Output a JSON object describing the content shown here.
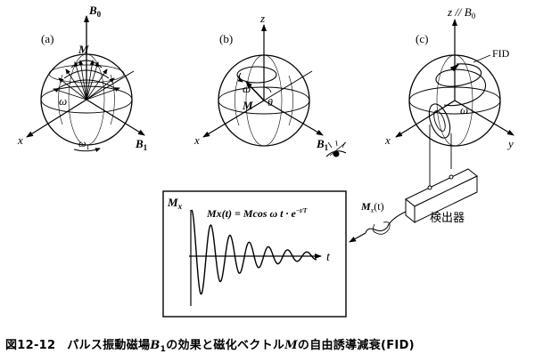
{
  "panels": {
    "a": {
      "tag": "(a)",
      "axis_top": "B",
      "axis_top_sub": "0",
      "vector": "M",
      "angle": "ω",
      "x_axis": "x",
      "rotation": "ω",
      "rotation_sub": "1",
      "b1": "B",
      "b1_sub": "1"
    },
    "b": {
      "tag": "(b)",
      "axis_top": "z",
      "angle_precession": "ω",
      "vector": "M",
      "tilt": "θ",
      "x_axis": "x",
      "b1": "B",
      "b1_sub": "1"
    },
    "c": {
      "tag": "(c)",
      "axis_top": "z // B",
      "axis_top_sub": "0",
      "fid": "FID",
      "angle": "ω",
      "x_axis": "x",
      "y_axis": "y"
    }
  },
  "detector": {
    "label": "検出器",
    "signal": "M",
    "signal_sub": "x",
    "signal_arg": "(t)"
  },
  "graph": {
    "y_label": "M",
    "y_sub": "x",
    "t_label": "t",
    "formula": "Mx(t) = Mcos ω t · e",
    "formula_exp": "−t/T"
  },
  "caption": {
    "number": "図12-12",
    "text_pre": "パルス振動磁場",
    "b": "B",
    "b_sub": "1",
    "text_mid": "の効果と磁化ベクトル",
    "m": "M",
    "text_post": "の自由誘導減衰(FID)"
  }
}
